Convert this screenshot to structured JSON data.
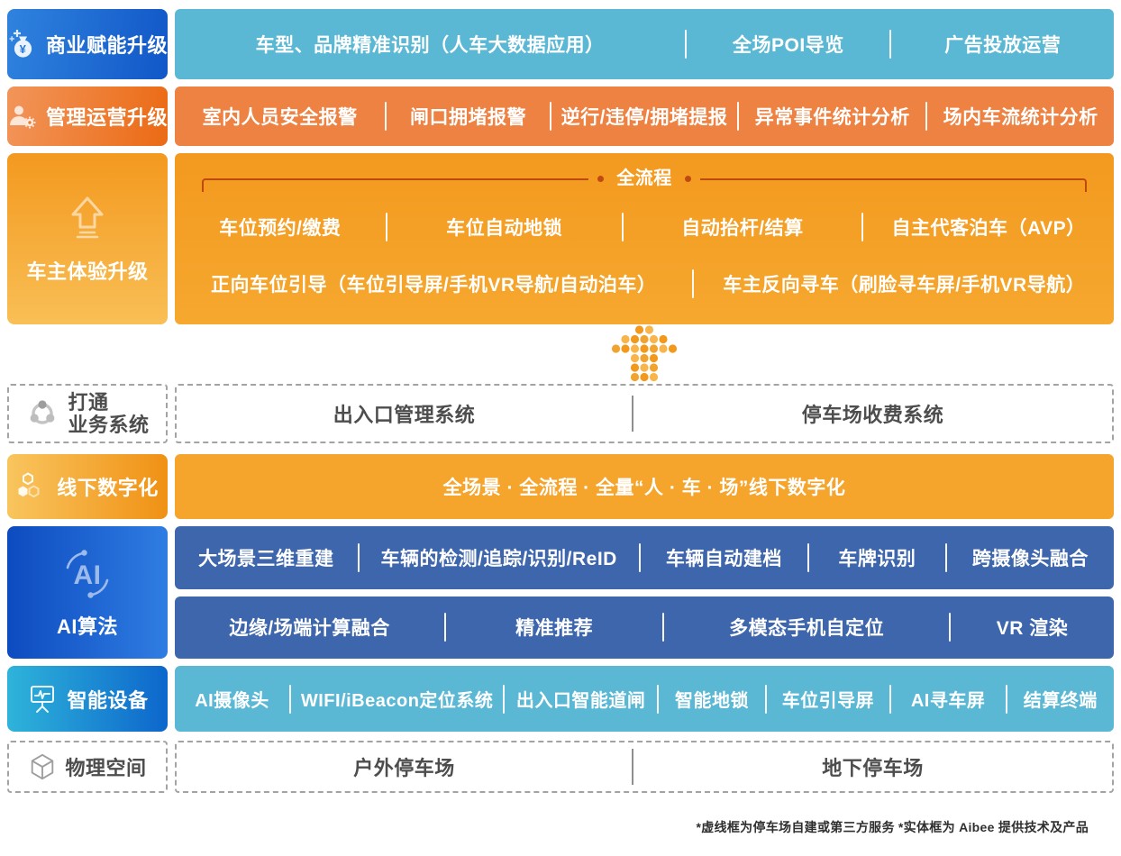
{
  "palette": {
    "label_blue_start": "#2f83de",
    "label_blue_end": "#1157c8",
    "label_orange_start": "#f2955a",
    "label_orange_end": "#eb6a14",
    "label_amber_start": "#f3991f",
    "label_amber_end": "#f9bf55",
    "label_navy_start": "#0d4bc0",
    "label_navy_end": "#2f7de2",
    "label_cyanblue_start": "#2eb4da",
    "label_cyanblue_end": "#0d66cc",
    "bar_cyan": "#5bb8d4",
    "bar_orange": "#ed8242",
    "bar_amber": "#f4a02a",
    "bar_navy": "#3e66ac",
    "bracket_line": "#bf4a10",
    "dashed_border": "#a3a3a3",
    "dashed_text": "#4d4d4d",
    "footnote_text": "#2f2f2f"
  },
  "sections": {
    "commercial": {
      "label": "商业赋能升级",
      "icon": "money-bag-icon",
      "items": [
        "车型、品牌精准识别（人车大数据应用）",
        "全场POI导览",
        "广告投放运营"
      ]
    },
    "management": {
      "label": "管理运营升级",
      "icon": "user-gear-icon",
      "items": [
        "室内人员安全报警",
        "闸口拥堵报警",
        "逆行/违停/拥堵提报",
        "异常事件统计分析",
        "场内车流统计分析"
      ]
    },
    "experience": {
      "label": "车主体验升级",
      "icon": "up-arrow-icon",
      "banner": "全流程",
      "row1": [
        "车位预约/缴费",
        "车位自动地锁",
        "自动抬杆/结算",
        "自主代客泊车（AVP）"
      ],
      "row2": [
        "正向车位引导（车位引导屏/手机VR导航/自动泊车）",
        "车主反向寻车（刷脸寻车屏/手机VR导航）"
      ]
    },
    "business": {
      "label_line1": "打通",
      "label_line2": "业务系统",
      "icon": "share-nodes-icon",
      "items": [
        "出入口管理系统",
        "停车场收费系统"
      ]
    },
    "digital": {
      "label": "线下数字化",
      "icon": "hexagons-icon",
      "text": "全场景 · 全流程 · 全量“人 · 车 · 场”线下数字化"
    },
    "ai": {
      "label": "AI算法",
      "icon": "ai-icon",
      "row1": [
        "大场景三维重建",
        "车辆的检测/追踪/识别/ReID",
        "车辆自动建档",
        "车牌识别",
        "跨摄像头融合"
      ],
      "row2": [
        "边缘/场端计算融合",
        "精准推荐",
        "多模态手机自定位",
        "VR 渲染"
      ]
    },
    "devices": {
      "label": "智能设备",
      "icon": "smart-device-icon",
      "items": [
        "AI摄像头",
        "WIFI/iBeacon定位系统",
        "出入口智能道闸",
        "智能地锁",
        "车位引导屏",
        "AI寻车屏",
        "结算终端"
      ]
    },
    "physical": {
      "label": "物理空间",
      "icon": "cube-icon",
      "items": [
        "户外停车场",
        "地下停车场"
      ]
    }
  },
  "footnote": "*虚线框为停车场自建或第三方服务  *实体框为 Aibee 提供技术及产品"
}
